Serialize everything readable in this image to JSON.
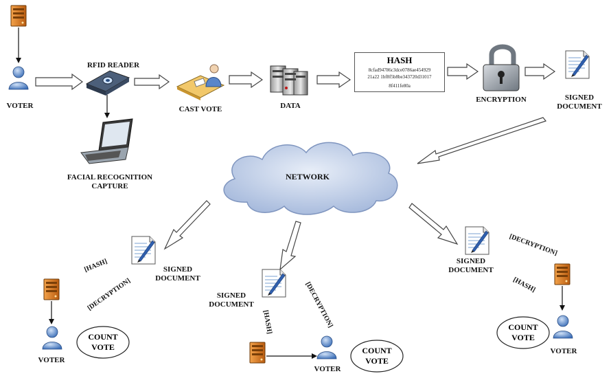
{
  "labels": {
    "voter_top": "VOTER",
    "rfid_reader": "RFID READER",
    "facial_recognition_line1": "FACIAL RECOGNITION",
    "facial_recognition_line2": "CAPTURE",
    "cast_vote": "CAST VOTE",
    "data": "DATA",
    "encryption": "ENCRYPTION",
    "signed_document_line1": "SIGNED",
    "signed_document_line2": "DOCUMENT",
    "network": "NETWORK"
  },
  "hash_box": {
    "title": "HASH",
    "line1": "8cfad94786c3dce0786ae454929",
    "line2": "21a22 1bf8f5b8be343720d31017",
    "line3": "8f411fe80a"
  },
  "nodes": {
    "left": {
      "signed_line1": "SIGNED",
      "signed_line2": "DOCUMENT",
      "hash_tag": "[HASH]",
      "decryption_tag": "[DECRYPTION]",
      "voter": "VOTER",
      "count_line1": "COUNT",
      "count_line2": "VOTE"
    },
    "middle": {
      "signed_line1": "SIGNED",
      "signed_line2": "DOCUMENT",
      "hash_tag": "[HASH]",
      "decryption_tag": "[DECRYPTION]",
      "voter": "VOTER",
      "count_line1": "COUNT",
      "count_line2": "VOTE"
    },
    "right": {
      "signed_line1": "SIGNED",
      "signed_line2": "DOCUMENT",
      "hash_tag": "[HASH]",
      "decryption_tag": "[DECRYPTION]",
      "voter": "VOTER",
      "count_line1": "COUNT",
      "count_line2": "VOTE"
    }
  },
  "icons": [
    "server-icon",
    "voter-icon",
    "rfid-reader-icon",
    "laptop-icon",
    "cast-vote-icon",
    "database-icon",
    "padlock-icon",
    "signed-document-icon",
    "cloud-icon"
  ],
  "colors": {
    "server_orange": "#d9741c",
    "voter_blue": "#4a7fc8",
    "cloud_fill": "#b9c9e6",
    "arrow_fill": "#ffffff",
    "arrow_stroke": "#444444"
  }
}
